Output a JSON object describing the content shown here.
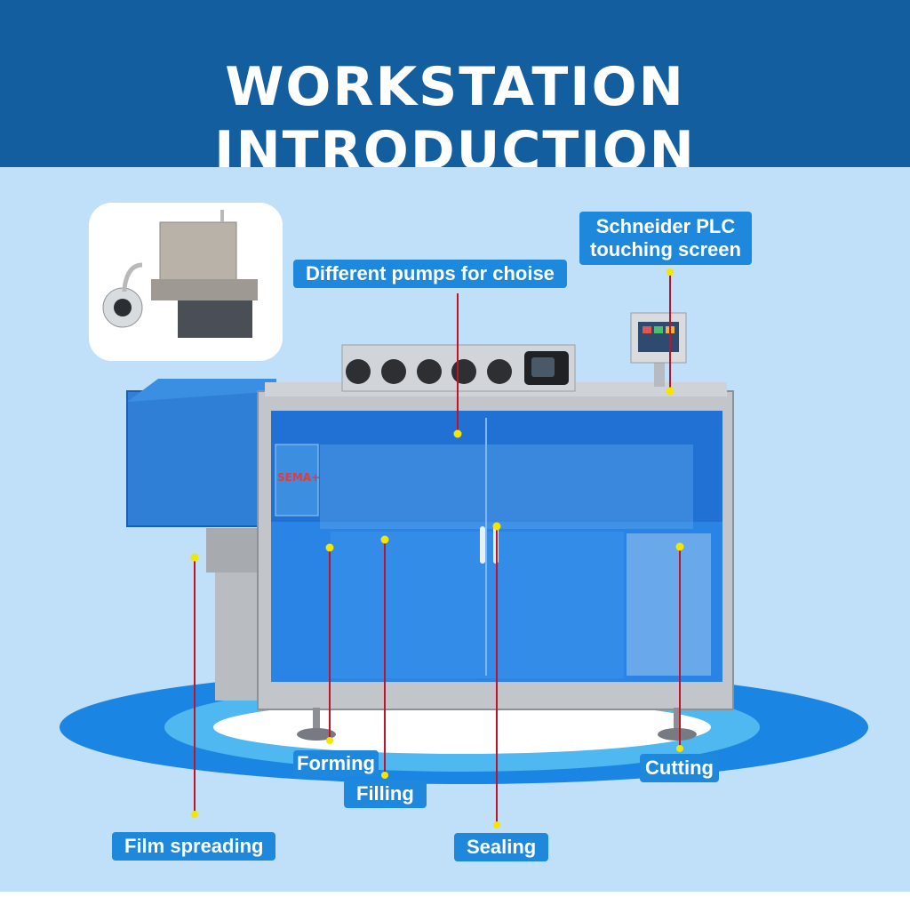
{
  "header": {
    "title": "WORKSTATION INTRODUCTION"
  },
  "labels": {
    "plc_line1": "Schneider PLC",
    "plc_line2": "touching screen",
    "pumps": "Different pumps for choise",
    "forming": "Forming",
    "filling": "Filling",
    "cutting": "Cutting",
    "film": "Film spreading",
    "sealing": "Sealing"
  },
  "machine": {
    "brand_logo": "SEMA+"
  },
  "colors": {
    "header": "#135e9f",
    "label_bg": "#1e88dd",
    "marker": "#f3e600",
    "leader": "#c0132a",
    "background": "#bfe0f8"
  }
}
